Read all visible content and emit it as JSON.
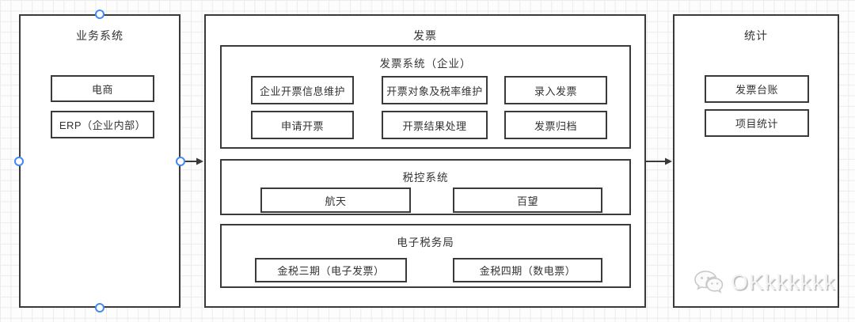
{
  "panels": {
    "business": {
      "title": "业务系统",
      "items": [
        "电商",
        "ERP（企业内部）"
      ]
    },
    "invoice": {
      "title": "发票",
      "sections": [
        {
          "title": "发票系统（企业）",
          "items": [
            "企业开票信息维护",
            "开票对象及税率维护",
            "录入发票",
            "申请开票",
            "开票结果处理",
            "发票归档"
          ]
        },
        {
          "title": "税控系统",
          "items": [
            "航天",
            "百望"
          ]
        },
        {
          "title": "电子税务局",
          "items": [
            "金税三期（电子发票）",
            "金税四期（数电票）"
          ]
        }
      ]
    },
    "statistics": {
      "title": "统计",
      "items": [
        "发票台账",
        "项目统计"
      ]
    }
  },
  "watermark": {
    "icon": "wechat-icon",
    "text": "OKkkkkkk"
  },
  "colors": {
    "node_border": "#3a3a3a",
    "node_fill": "#ffffff",
    "connection_point": "#4489f0",
    "grid_line": "#ececec",
    "canvas_bg": "#fdfdfd",
    "watermark_gray": "#c9c9c9",
    "text": "#333333"
  }
}
